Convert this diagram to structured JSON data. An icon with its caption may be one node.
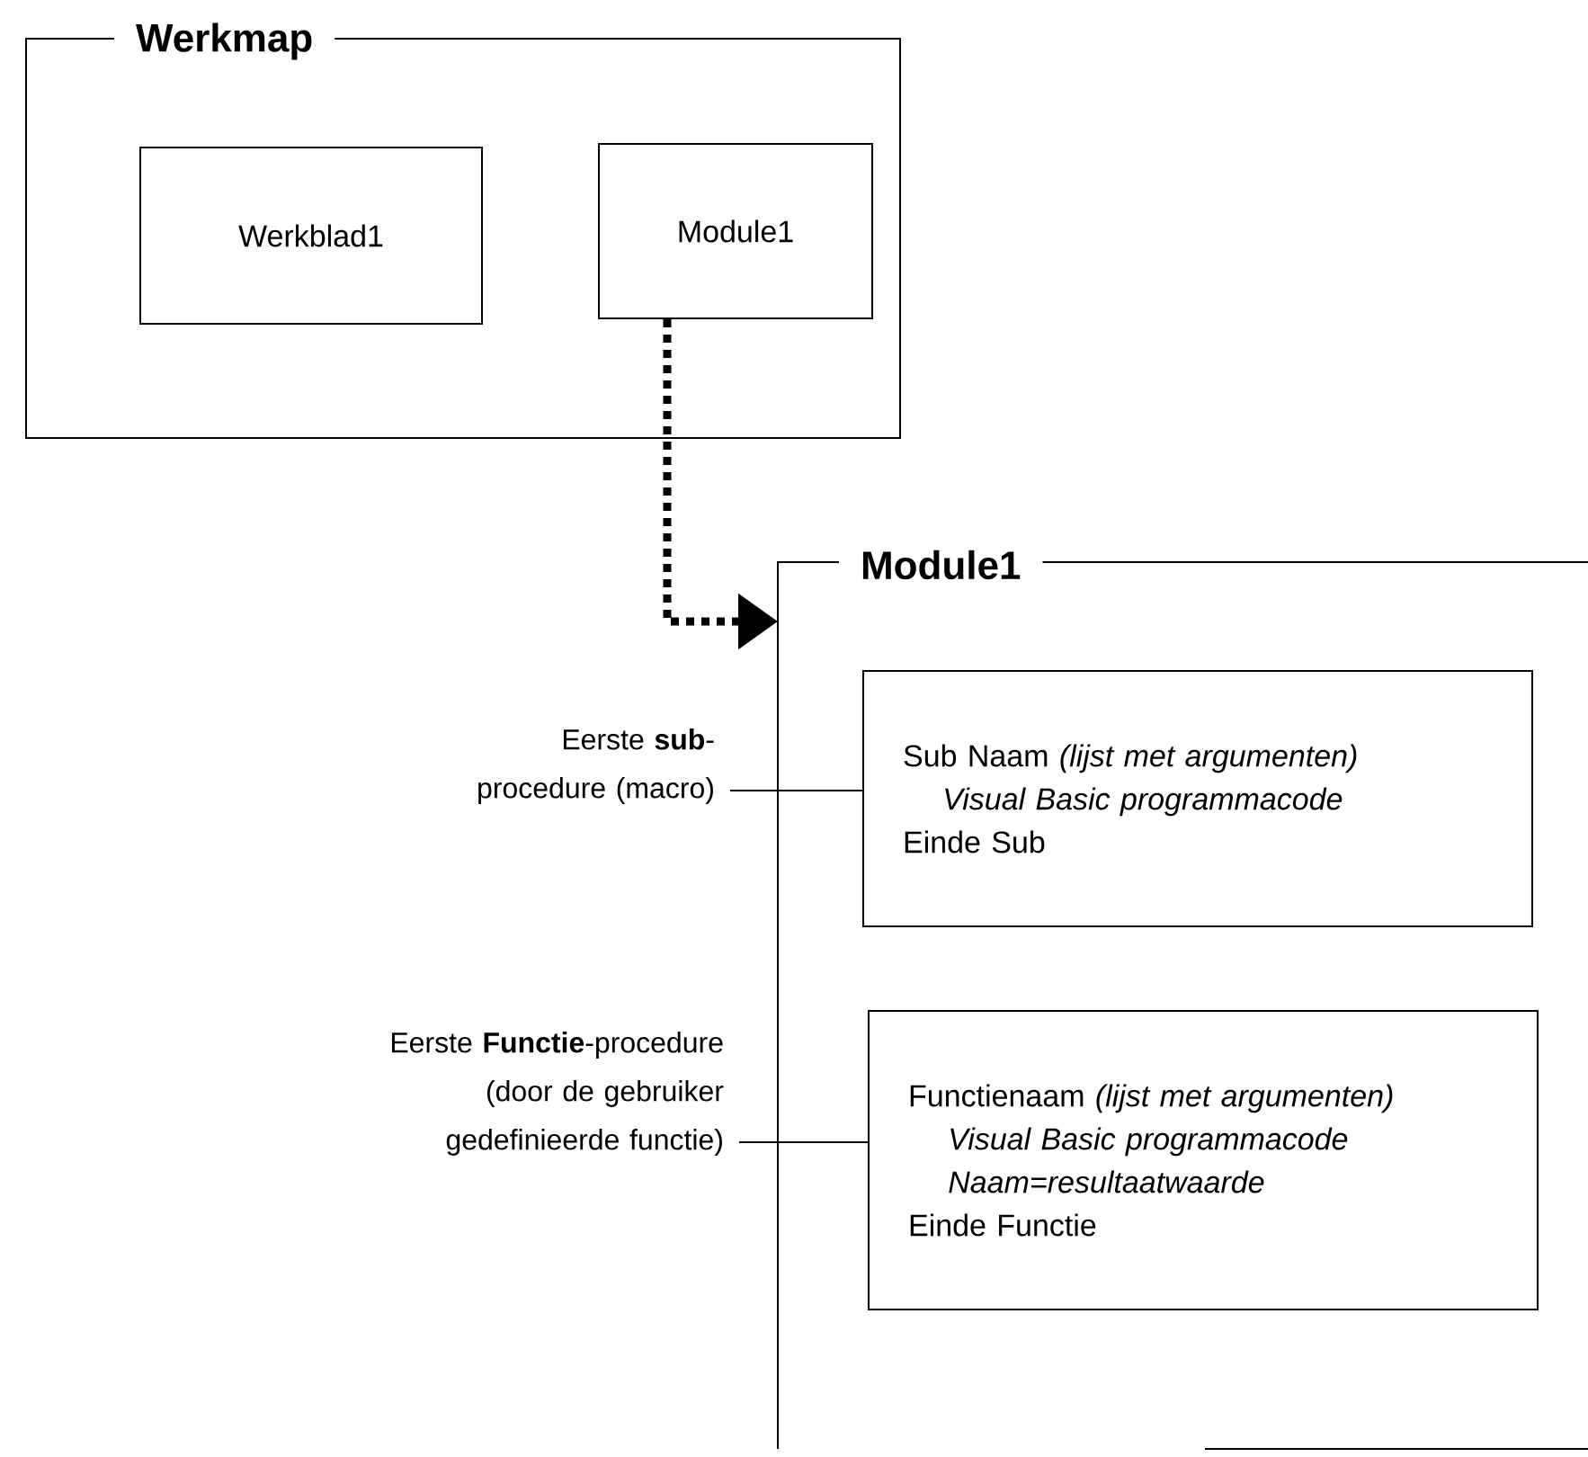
{
  "diagram": {
    "nodes": [
      {
        "text": [
          "Werkmap"
        ]
      },
      {
        "text": [
          "Werkblad1"
        ],
        "in": 0
      },
      {
        "text": [
          "Module1"
        ],
        "in": 0
      },
      {
        "text": [
          "Module1"
        ]
      },
      {
        "text": [
          "Sub Naam *(lijst met argumenten)*",
          "Visual Basic programmacode",
          "Einde Sub"
        ],
        "in": 3
      },
      {
        "text": [
          "Functienaam *(lijst met argumenten)*",
          "Visual Basic programmacode",
          "Naam=resultaatwaarde",
          "Einde Functie"
        ],
        "in": 3
      },
      {
        "text": [
          "Eerste **sub**-procedure (macro)"
        ]
      },
      {
        "text": [
          "Eerste **Functie**-procedure (door de gebruiker gedefinieerde functie)"
        ]
      }
    ],
    "edges": [
      {
        "from": 2,
        "to": 3,
        "arrow": "to",
        "style": "dashed"
      },
      {
        "from": 6,
        "to": 4,
        "arrow": "none"
      },
      {
        "from": 7,
        "to": 5,
        "arrow": "none"
      }
    ]
  }
}
